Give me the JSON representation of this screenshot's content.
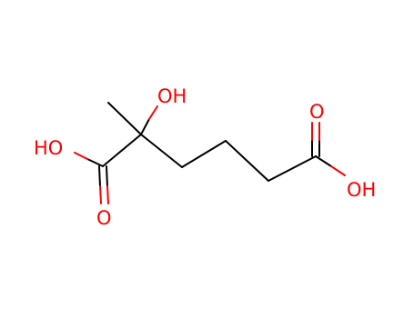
{
  "colors": {
    "bond": "#000000",
    "heteroatom": "#ff0000"
  },
  "labels": {
    "hydroxyl_top": "OH",
    "acid_left_hydroxyl": "HO",
    "acid_left_carbonyl_o": "O",
    "acid_right_carbonyl_o": "O",
    "acid_right_hydroxyl": "OH"
  }
}
